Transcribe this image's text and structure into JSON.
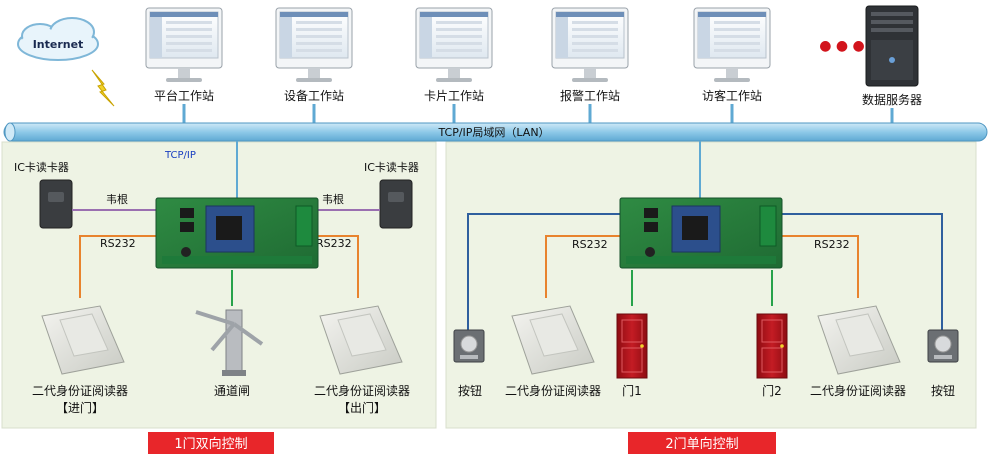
{
  "internet": {
    "label": "Internet"
  },
  "workstations": [
    {
      "label": "平台工作站"
    },
    {
      "label": "设备工作站"
    },
    {
      "label": "卡片工作站"
    },
    {
      "label": "报警工作站"
    },
    {
      "label": "访客工作站"
    }
  ],
  "server": {
    "label": "数据服务器",
    "dots": "● ● ●"
  },
  "lan": {
    "label": "TCP/IP局域网（LAN）"
  },
  "left_panel": {
    "tcpip": "TCP/IP",
    "reader_left": "IC卡读卡器",
    "reader_right": "IC卡读卡器",
    "wiegand_left": "韦根",
    "wiegand_right": "韦根",
    "rs232_left": "RS232",
    "rs232_right": "RS232",
    "idreader_left_line1": "二代身份证阅读器",
    "idreader_left_line2": "【进门】",
    "turnstile": "通道闸",
    "idreader_right_line1": "二代身份证阅读器",
    "idreader_right_line2": "【出门】",
    "caption": "1门双向控制"
  },
  "right_panel": {
    "rs232_left": "RS232",
    "rs232_right": "RS232",
    "button_left": "按钮",
    "idreader_left": "二代身份证阅读器",
    "door1": "门1",
    "door2": "门2",
    "idreader_right": "二代身份证阅读器",
    "button_right": "按钮",
    "caption": "2门单向控制"
  },
  "colors": {
    "lan_pipe": "#8ec9e8",
    "panel_bg": "#eef3e4",
    "caption_bg": "#e8262a",
    "wire_purple": "#9a6fb0",
    "wire_orange": "#e8832e",
    "wire_green": "#27a24a",
    "wire_blue": "#2f5f9e",
    "door_red": "#b3141c"
  }
}
